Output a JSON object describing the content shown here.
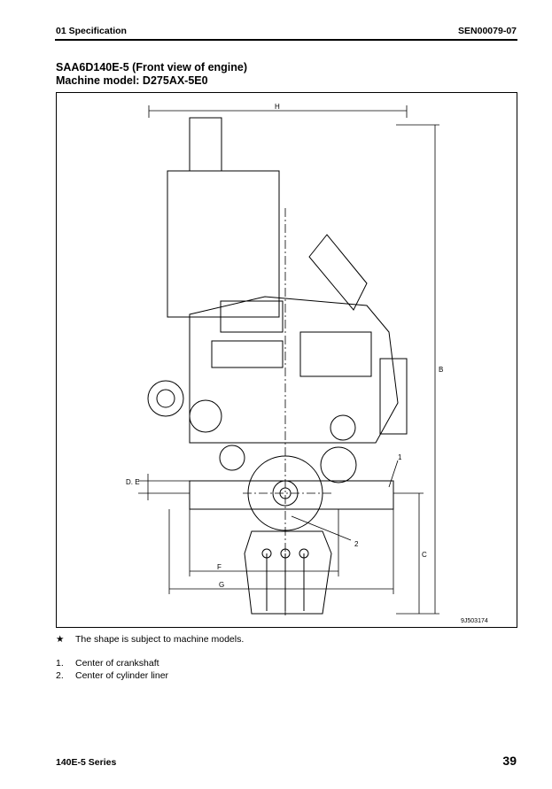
{
  "header": {
    "section": "01 Specification",
    "doc_code": "SEN00079-07"
  },
  "title": {
    "line1": "SAA6D140E-5 (Front view of engine)",
    "line2": "Machine model: D275AX-5E0"
  },
  "figure": {
    "dim_labels": {
      "h": "H",
      "b": "B",
      "c": "C",
      "d_e": "D. E",
      "f": "F",
      "g": "G"
    },
    "callouts": {
      "one": "1",
      "two": "2"
    },
    "drawing_code": "9J503174"
  },
  "note": {
    "mark": "★",
    "text": "The shape is subject to machine models."
  },
  "legend": [
    {
      "num": "1.",
      "text": "Center of crankshaft"
    },
    {
      "num": "2.",
      "text": "Center of cylinder liner"
    }
  ],
  "footer": {
    "series": "140E-5 Series",
    "page": "39"
  }
}
